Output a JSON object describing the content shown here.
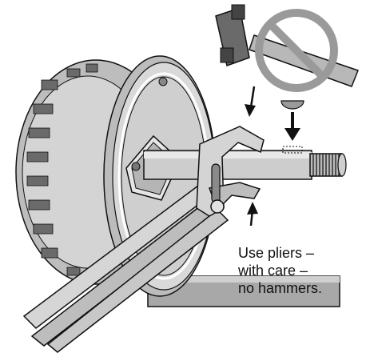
{
  "caption": {
    "lines": [
      "Use pliers –",
      "with care –",
      "no hammers."
    ]
  },
  "icons": {
    "prohibition": "no-symbol-icon",
    "hammer": "hammer-icon",
    "key": "woodruff-key-icon",
    "arrow": "down-arrow-icon"
  },
  "colors": {
    "outline": "#111111",
    "light_gray": "#d6d6d6",
    "mid_gray": "#a8a8a8",
    "dark_gray": "#555555",
    "prohibition": "#9a9a9a"
  }
}
